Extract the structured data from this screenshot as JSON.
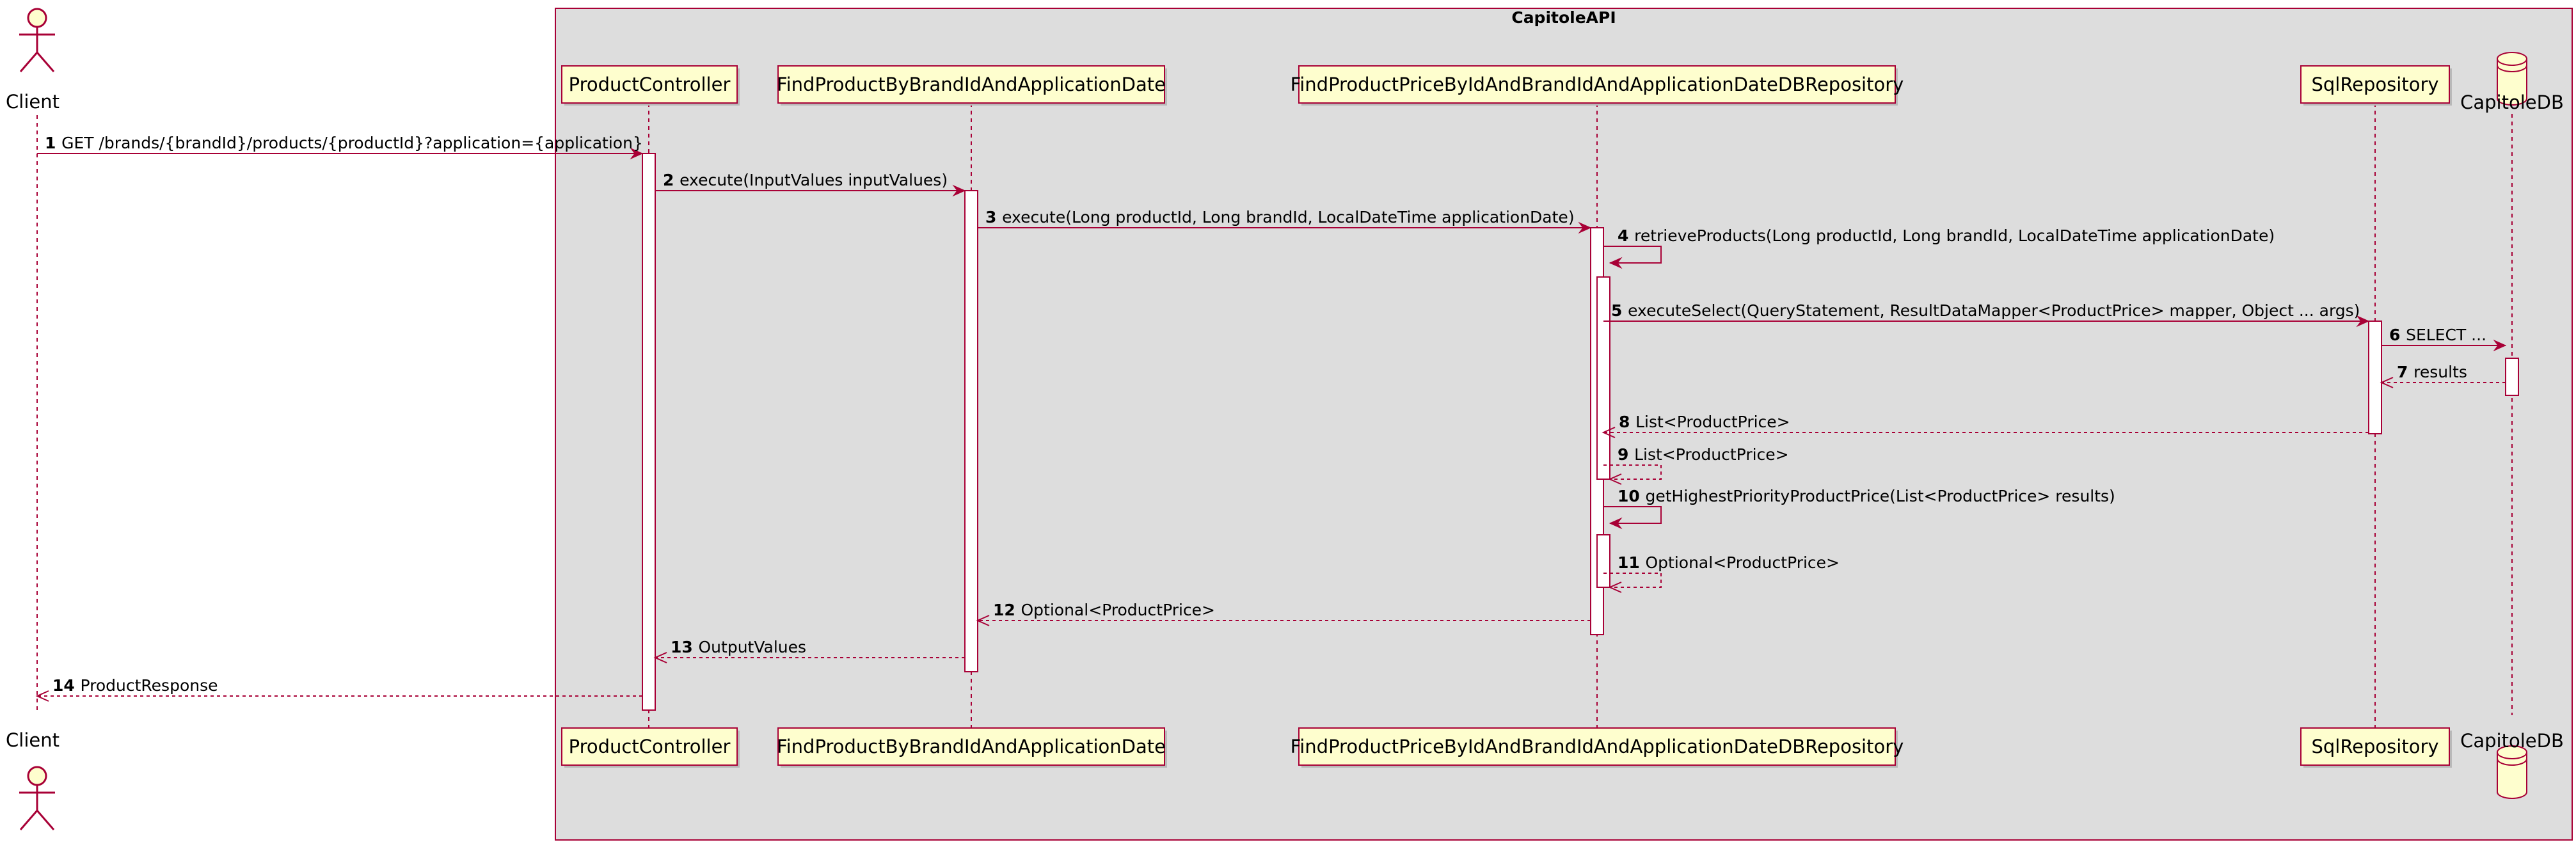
{
  "colors": {
    "line": "#A80036",
    "participant_fill": "#FEFECE",
    "group_fill": "#DDDDDD",
    "activation_fill": "#FFFFFF",
    "text": "#000000"
  },
  "group": {
    "title": "CapitoleAPI"
  },
  "participants": [
    {
      "id": "client",
      "name": "Client",
      "kind": "actor",
      "icon": "actor-icon"
    },
    {
      "id": "pc",
      "name": "ProductController",
      "kind": "participant"
    },
    {
      "id": "fp",
      "name": "FindProductByBrandIdAndApplicationDate",
      "kind": "participant"
    },
    {
      "id": "fr",
      "name": "FindProductPriceByIdAndBrandIdAndApplicationDateDBRepository",
      "kind": "participant"
    },
    {
      "id": "sql",
      "name": "SqlRepository",
      "kind": "participant"
    },
    {
      "id": "db",
      "name": "CapitoleDB",
      "kind": "database",
      "icon": "database-icon"
    }
  ],
  "messages": [
    {
      "num": "1",
      "text": "GET /brands/{brandId}/products/{productId}?application={application}",
      "from": "client",
      "to": "pc",
      "style": "sync"
    },
    {
      "num": "2",
      "text": "execute(InputValues inputValues)",
      "from": "pc",
      "to": "fp",
      "style": "sync"
    },
    {
      "num": "3",
      "text": "execute(Long productId, Long brandId, LocalDateTime applicationDate)",
      "from": "fp",
      "to": "fr",
      "style": "sync"
    },
    {
      "num": "4",
      "text": "retrieveProducts(Long productId, Long brandId, LocalDateTime applicationDate)",
      "from": "fr",
      "to": "fr",
      "style": "self"
    },
    {
      "num": "5",
      "text": "executeSelect(QueryStatement, ResultDataMapper<ProductPrice> mapper, Object ... args)",
      "from": "fr",
      "to": "sql",
      "style": "sync"
    },
    {
      "num": "6",
      "text": "SELECT ...",
      "from": "sql",
      "to": "db",
      "style": "sync"
    },
    {
      "num": "7",
      "text": "results",
      "from": "db",
      "to": "sql",
      "style": "return"
    },
    {
      "num": "8",
      "text": "List<ProductPrice>",
      "from": "sql",
      "to": "fr",
      "style": "return"
    },
    {
      "num": "9",
      "text": "List<ProductPrice>",
      "from": "fr",
      "to": "fr",
      "style": "self-return"
    },
    {
      "num": "10",
      "text": "getHighestPriorityProductPrice(List<ProductPrice> results)",
      "from": "fr",
      "to": "fr",
      "style": "self"
    },
    {
      "num": "11",
      "text": "Optional<ProductPrice>",
      "from": "fr",
      "to": "fr",
      "style": "self-return"
    },
    {
      "num": "12",
      "text": "Optional<ProductPrice>",
      "from": "fr",
      "to": "fp",
      "style": "return"
    },
    {
      "num": "13",
      "text": "OutputValues",
      "from": "fp",
      "to": "pc",
      "style": "return"
    },
    {
      "num": "14",
      "text": "ProductResponse",
      "from": "pc",
      "to": "client",
      "style": "return"
    }
  ]
}
